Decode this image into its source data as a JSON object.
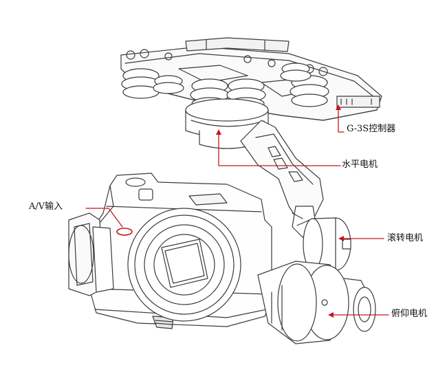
{
  "labels": {
    "g3s_controller": "G-3S控制器",
    "pan_motor": "水平电机",
    "av_input": "A/V输入",
    "roll_motor": "滚转电机",
    "tilt_motor": "俯仰电机"
  },
  "colors": {
    "leader": "#c8141e",
    "line_art": "#3a3a3a",
    "background": "#ffffff"
  }
}
